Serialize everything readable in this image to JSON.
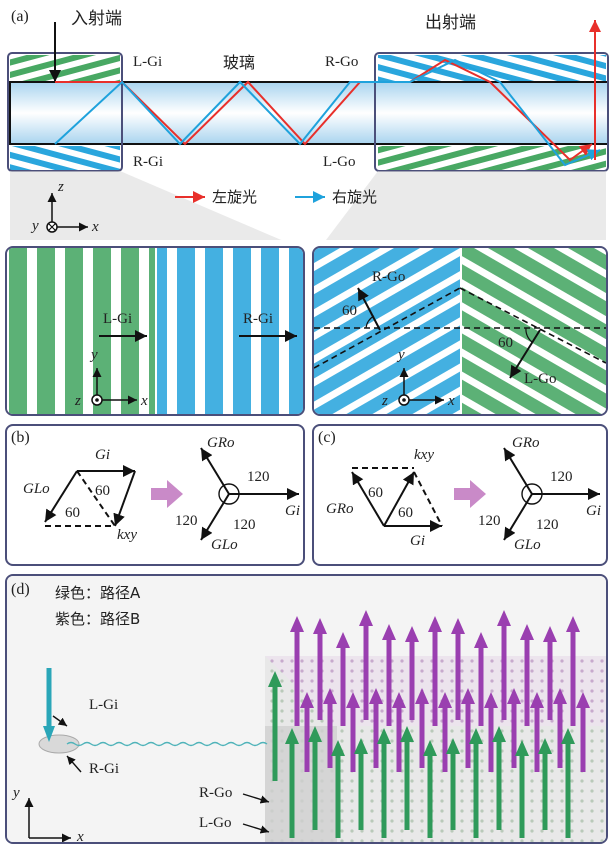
{
  "panel_a": {
    "tag": "(a)",
    "input_end": "入射端",
    "output_end": "出射端",
    "glass": "玻璃",
    "labels": {
      "l_gi_top": "L-Gi",
      "r_go_top": "R-Go",
      "r_gi_bottom": "R-Gi",
      "l_go_bottom": "L-Go"
    },
    "legend": {
      "left_label": "左旋光",
      "right_label": "右旋光",
      "left_color": "#e8302b",
      "right_color": "#1fa2dc"
    },
    "axes": {
      "z": "z",
      "y": "y",
      "x": "x"
    },
    "inset_left": {
      "l_gi": "L-Gi",
      "r_gi": "R-Gi",
      "axes": {
        "y": "y",
        "z": "z",
        "x": "x"
      }
    },
    "inset_right": {
      "r_go": "R-Go",
      "l_go": "L-Go",
      "angle1": "60",
      "angle2": "60",
      "axes": {
        "y": "y",
        "z": "z",
        "x": "x"
      }
    }
  },
  "panel_b": {
    "tag": "(b)",
    "gi": "Gi",
    "glo": "GLo",
    "gro": "GRo",
    "kxy": "kxy",
    "angle_a": "60",
    "angle_b": "60",
    "angle_120": "120"
  },
  "panel_c": {
    "tag": "(c)",
    "gi": "Gi",
    "glo": "GLo",
    "gro": "GRo",
    "kxy": "kxy",
    "angle_a": "60",
    "angle_b": "60",
    "angle_120": "120"
  },
  "panel_d": {
    "tag": "(d)",
    "green_legend": "绿色：路径A",
    "purple_legend": "紫色：路径B",
    "l_gi": "L-Gi",
    "r_gi": "R-Gi",
    "r_go": "R-Go",
    "l_go": "L-Go",
    "axes": {
      "y": "y",
      "x": "x"
    },
    "green_color": "#2f9a5a",
    "purple_color": "#9a3fb0"
  }
}
